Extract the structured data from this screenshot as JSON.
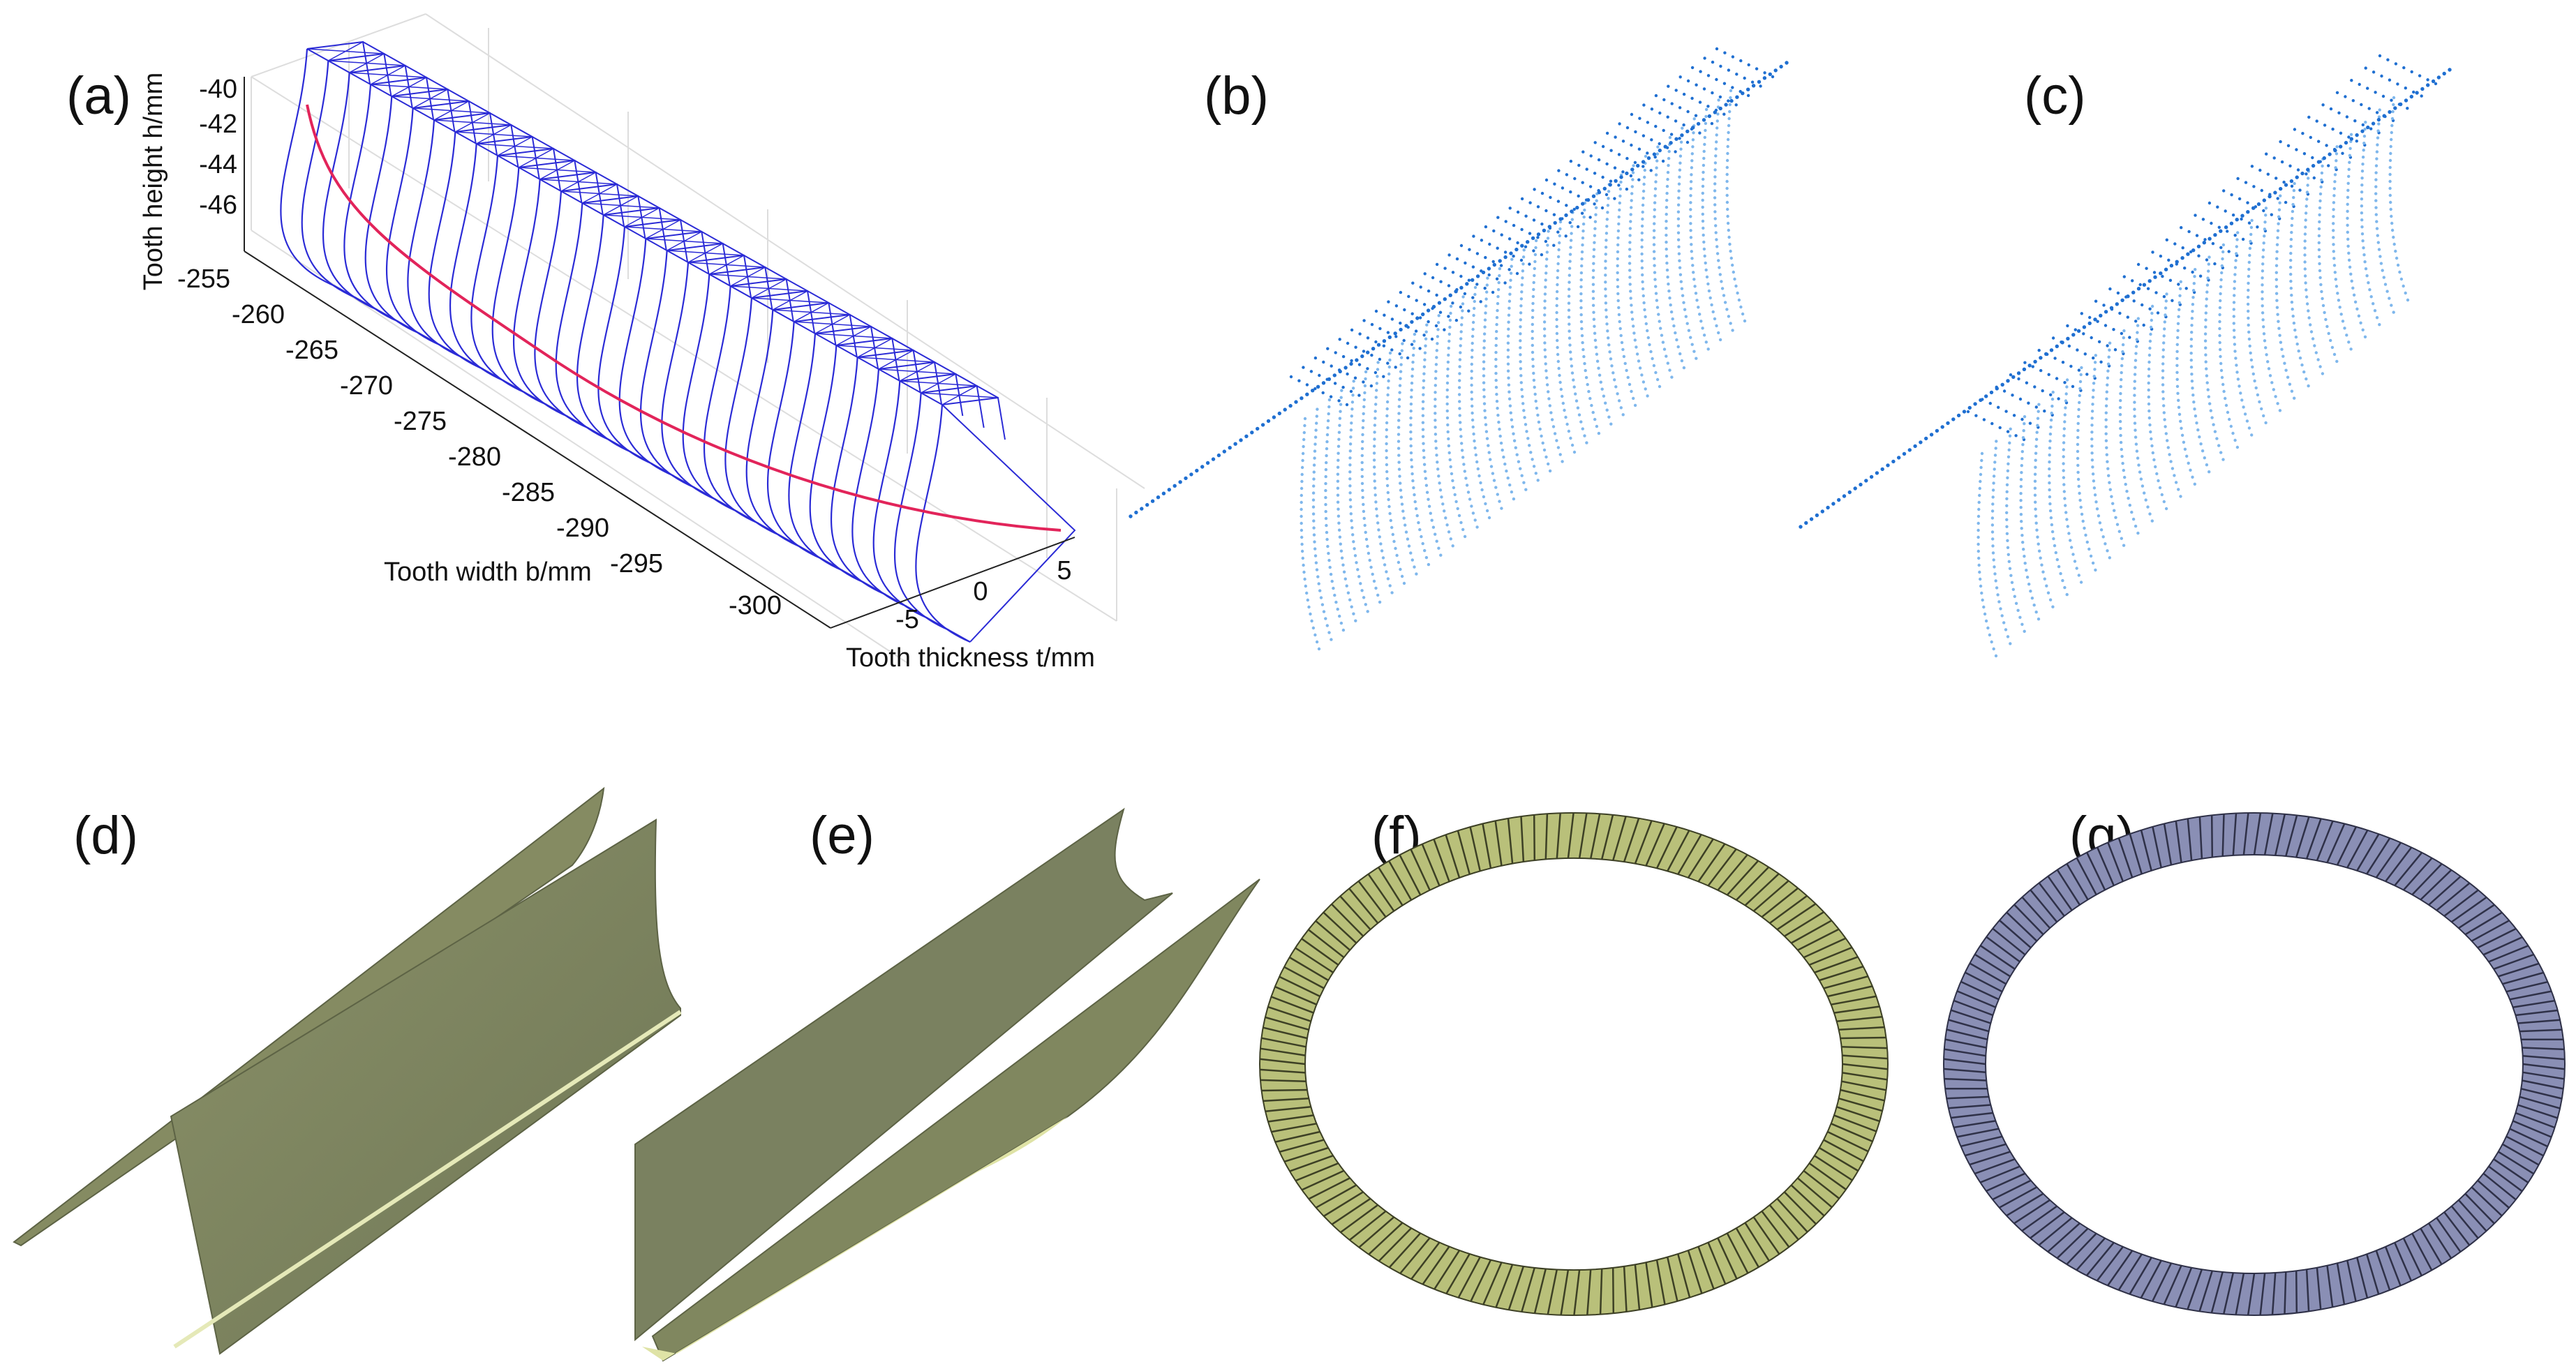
{
  "panels": {
    "a": "(a)",
    "b": "(b)",
    "c": "(c)",
    "d": "(d)",
    "e": "(e)",
    "f": "(f)",
    "g": "(g)"
  },
  "plot_a": {
    "zlabel": "Tooth height h/mm",
    "xlabel": "Tooth width b/mm",
    "ylabel": "Tooth thickness t/mm",
    "zticks": [
      "-40",
      "-42",
      "-44",
      "-46"
    ],
    "xticks": [
      "-255",
      "-260",
      "-265",
      "-270",
      "-275",
      "-280",
      "-285",
      "-290",
      "-295",
      "-300"
    ],
    "yticks": [
      "-5",
      "0",
      "5"
    ]
  },
  "colors": {
    "wire": "#2b2bd6",
    "red_curve": "#e2245a",
    "points_dark": "#1f6fd1",
    "points_light": "#7fb7ec",
    "surface": "#7d8461",
    "surface_light": "#d8dd9c",
    "ring_f": "#b9c07a",
    "ring_g": "#8a8fb5"
  }
}
